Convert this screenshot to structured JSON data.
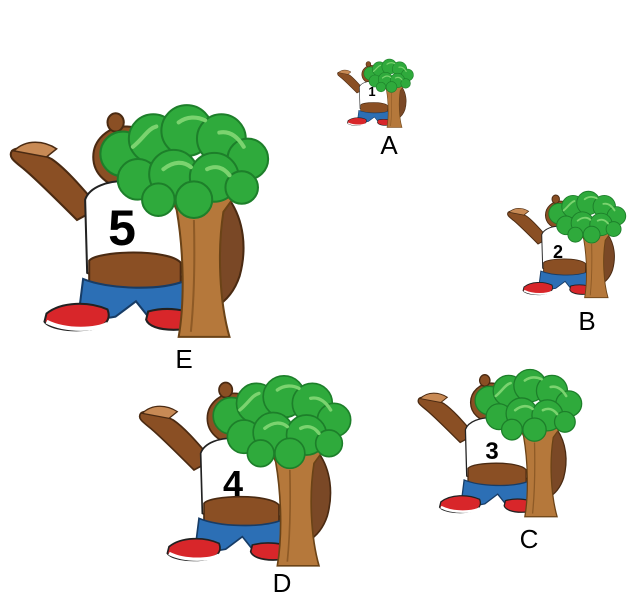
{
  "colors": {
    "fur": "#8a4f24",
    "fur_light": "#c88a55",
    "tail": "#7a4826",
    "shirt": "#ffffff",
    "jeans": "#2c6fb5",
    "shoe": "#d8262a",
    "trunk": "#b5783b",
    "foliage": "#2faa3c",
    "foliage_light": "#7bd36f"
  },
  "figures": [
    {
      "id": "A",
      "number": "1",
      "letter": "A"
    },
    {
      "id": "B",
      "number": "2",
      "letter": "B"
    },
    {
      "id": "C",
      "number": "3",
      "letter": "C"
    },
    {
      "id": "D",
      "number": "4",
      "letter": "D"
    },
    {
      "id": "E",
      "number": "5",
      "letter": "E"
    }
  ]
}
